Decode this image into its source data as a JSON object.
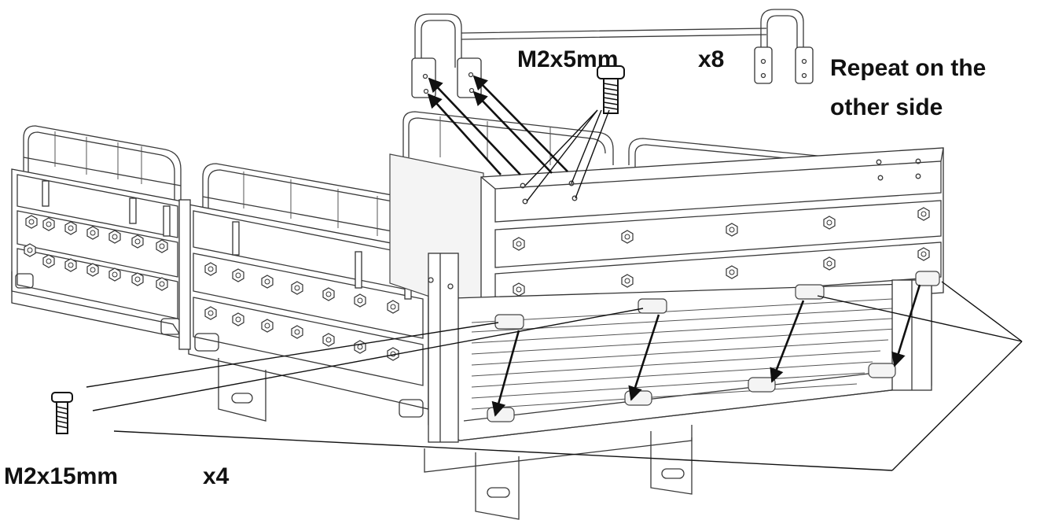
{
  "labels": {
    "screw_top": "M2x5mm",
    "qty_top": "x8",
    "repeat_line1": "Repeat on the",
    "repeat_line2": "other side",
    "screw_bottom": "M2x15mm",
    "qty_bottom": "x4"
  },
  "colors": {
    "background": "#ffffff",
    "line": "#333333",
    "arrow": "#111111",
    "text": "#111111"
  },
  "icons": {
    "top_screw": "screw-icon",
    "bottom_screw": "screw-icon"
  }
}
